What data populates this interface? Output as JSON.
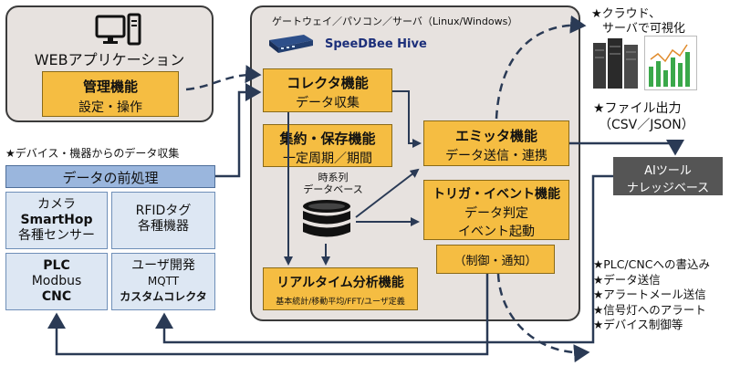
{
  "web_panel": {
    "title": "WEBアプリケーション",
    "mgmt_title": "管理機能",
    "mgmt_sub": "設定・操作"
  },
  "hive": {
    "header": "ゲートウェイ／パソコン／サーバ（Linux/Windows）",
    "product": "SpeeDBee Hive",
    "collector_title": "コレクタ機能",
    "collector_sub": "データ収集",
    "aggregate_title": "集約・保存機能",
    "aggregate_sub": "一定周期／期間",
    "timeseries_db": "時系列\nデータベース",
    "realtime_title": "リアルタイム分析機能",
    "realtime_sub": "基本統計/移動平均/FFT/ユーザ定義",
    "emitter_title": "エミッタ機能",
    "emitter_sub": "データ送信・連携",
    "trigger_title": "トリガ・イベント機能",
    "trigger_sub1": "データ判定",
    "trigger_sub2": "イベント起動",
    "control_label": "（制御・通知）"
  },
  "left": {
    "collect_note": "★デバイス・機器からのデータ収集",
    "preprocess": "データの前処理",
    "camera": [
      "カメラ",
      "SmartHop",
      "各種センサー"
    ],
    "rfid": [
      "RFIDタグ",
      "各種機器"
    ],
    "plc": [
      "PLC",
      "Modbus",
      "CNC"
    ],
    "user_dev": [
      "ユーザ開発",
      "MQTT",
      "カスタムコレクタ"
    ]
  },
  "right": {
    "cloud_line1": "★クラウド、",
    "cloud_line2": "サーバで可視化",
    "file_line1": "★ファイル出力",
    "file_line2": "（CSV／JSON）",
    "ai_line1": "AIツール",
    "ai_line2": "ナレッジベース",
    "actions": [
      "★PLC/CNCへの書込み",
      "★データ送信",
      "★アラートメール送信",
      "★信号灯へのアラート",
      "★デバイス制御等"
    ]
  },
  "colors": {
    "gold": "#f5bd42",
    "panel": "#e7e2df",
    "preprocess_blue": "#9ab6dd",
    "device_blue": "#dde7f3",
    "ai_gray": "#555555",
    "arrow": "#2a3a55"
  }
}
